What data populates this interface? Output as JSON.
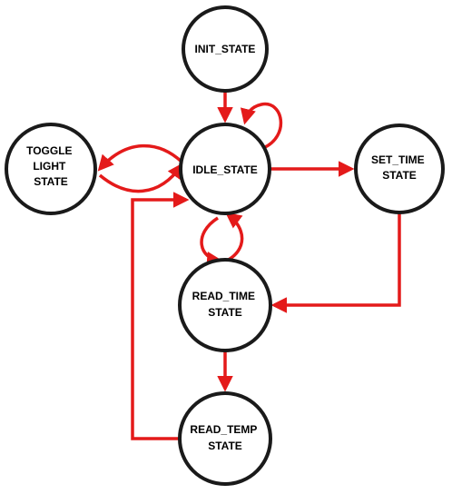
{
  "colors": {
    "edge": "#e41a1a",
    "node_outline": "#1a1a1a",
    "node_fill": "#ffffff",
    "text": "#000000"
  },
  "nodes": {
    "init": {
      "label_lines": [
        "INIT_STATE"
      ]
    },
    "idle": {
      "label_lines": [
        "IDLE_STATE"
      ]
    },
    "toggle": {
      "label_lines": [
        "TOGGLE",
        "LIGHT",
        "STATE"
      ]
    },
    "set_time": {
      "label_lines": [
        "SET_TIME",
        "STATE"
      ]
    },
    "read_time": {
      "label_lines": [
        "READ_TIME",
        "STATE"
      ]
    },
    "read_temp": {
      "label_lines": [
        "READ_TEMP",
        "STATE"
      ]
    }
  },
  "edges": [
    {
      "from": "init",
      "to": "idle"
    },
    {
      "from": "idle",
      "to": "idle"
    },
    {
      "from": "idle",
      "to": "toggle"
    },
    {
      "from": "toggle",
      "to": "idle"
    },
    {
      "from": "idle",
      "to": "set_time"
    },
    {
      "from": "idle",
      "to": "read_time"
    },
    {
      "from": "read_time",
      "to": "idle"
    },
    {
      "from": "set_time",
      "to": "read_time"
    },
    {
      "from": "read_time",
      "to": "read_temp"
    },
    {
      "from": "read_temp",
      "to": "idle"
    }
  ]
}
